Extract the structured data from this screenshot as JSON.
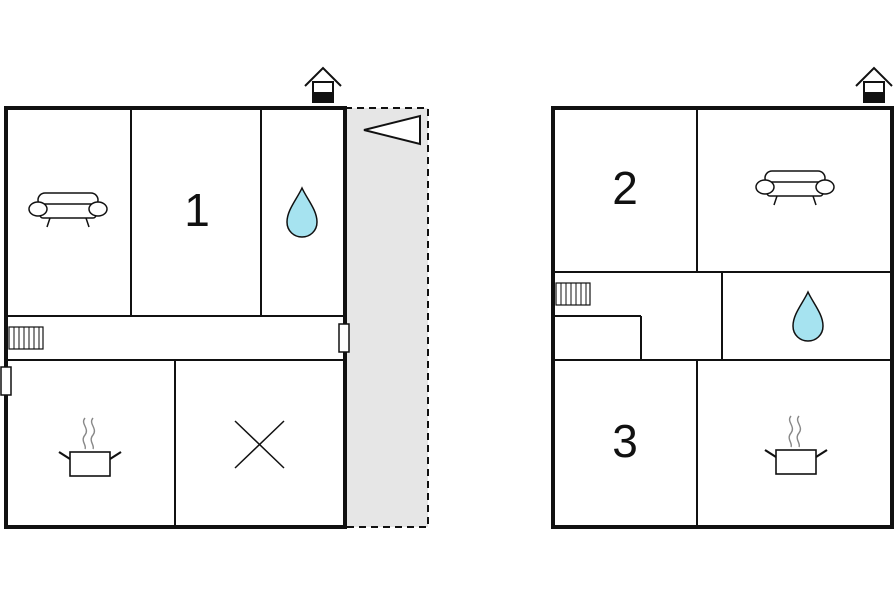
{
  "floorplan": {
    "colors": {
      "wall": "#111111",
      "terrace": "#e6e6e6",
      "water": "#a6e3f0",
      "background": "#ffffff"
    },
    "left_plan": {
      "rooms": [
        {
          "id": "living",
          "icon": "sofa-icon"
        },
        {
          "id": "bedroom",
          "label": "1"
        },
        {
          "id": "bathroom",
          "icon": "water-drop-icon"
        },
        {
          "id": "hall",
          "icon": "radiator-icon"
        },
        {
          "id": "kitchen",
          "icon": "cooking-pot-icon"
        },
        {
          "id": "storage",
          "icon": "cross-icon"
        }
      ],
      "terrace": {
        "icon": "direction-arrow-icon"
      },
      "entrance_icon": "house-entrance-icon"
    },
    "right_plan": {
      "rooms": [
        {
          "id": "bedroom-2",
          "label": "2"
        },
        {
          "id": "living",
          "icon": "sofa-icon"
        },
        {
          "id": "hall",
          "icon": "radiator-icon"
        },
        {
          "id": "bathroom",
          "icon": "water-drop-icon"
        },
        {
          "id": "bedroom-3",
          "label": "3"
        },
        {
          "id": "kitchen",
          "icon": "cooking-pot-icon"
        }
      ],
      "entrance_icon": "house-entrance-icon"
    }
  }
}
